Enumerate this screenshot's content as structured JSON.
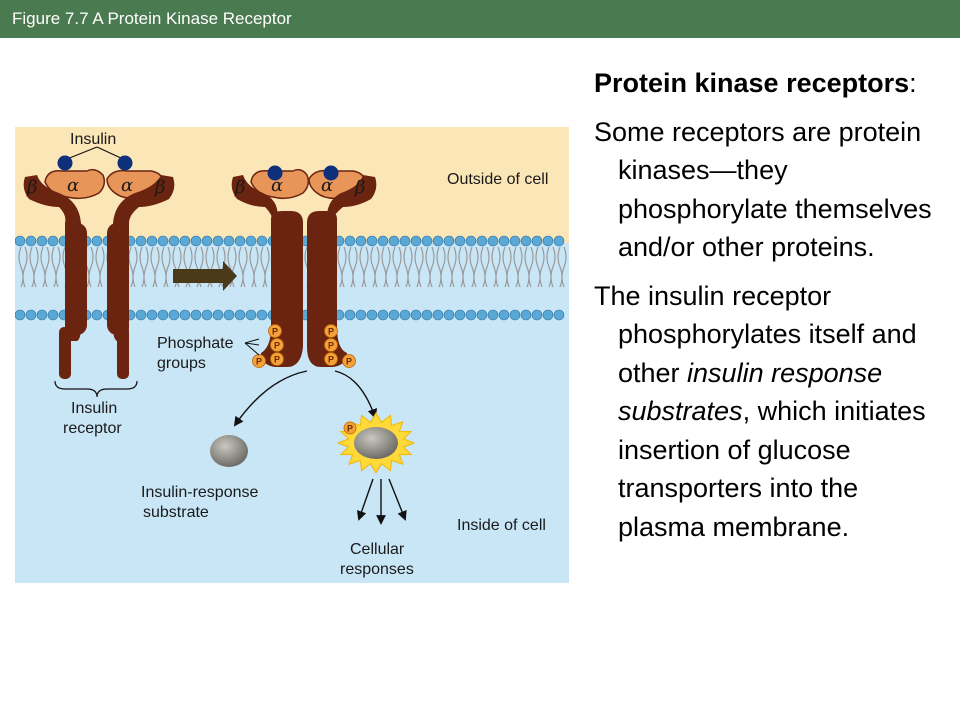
{
  "header": {
    "title": "Figure 7.7  A Protein Kinase Receptor"
  },
  "figure": {
    "labels": {
      "insulin": "Insulin",
      "outside": "Outside of cell",
      "inside": "Inside of cell",
      "phosphate_line1": "Phosphate",
      "phosphate_line2": "groups",
      "receptor_line1": "Insulin",
      "receptor_line2": "receptor",
      "substrate_line1": "Insulin-response",
      "substrate_line2": "substrate",
      "responses_line1": "Cellular",
      "responses_line2": "responses",
      "alpha": "α",
      "beta": "β",
      "phosphate_symbol": "P"
    },
    "colors": {
      "outside": "#fbe6b8",
      "inside": "#c9e6f7",
      "receptor": "#6b2410",
      "alpha_subunit": "#e8955a",
      "insulin": "#0e2f7a",
      "phosphate": "#f5a03a",
      "lipid_head": "#5aa8d6",
      "arrow": "#4a3a1a"
    }
  },
  "text": {
    "p1_bold": "Protein kinase receptors",
    "p1_tail": ":",
    "p2": "Some receptors are protein kinases—they phosphorylate themselves and/or other proteins.",
    "p3_a": "The insulin receptor phosphorylates itself and other ",
    "p3_italic": "insulin response substrates",
    "p3_b": ", which initiates insertion of glucose transporters into the plasma membrane."
  }
}
